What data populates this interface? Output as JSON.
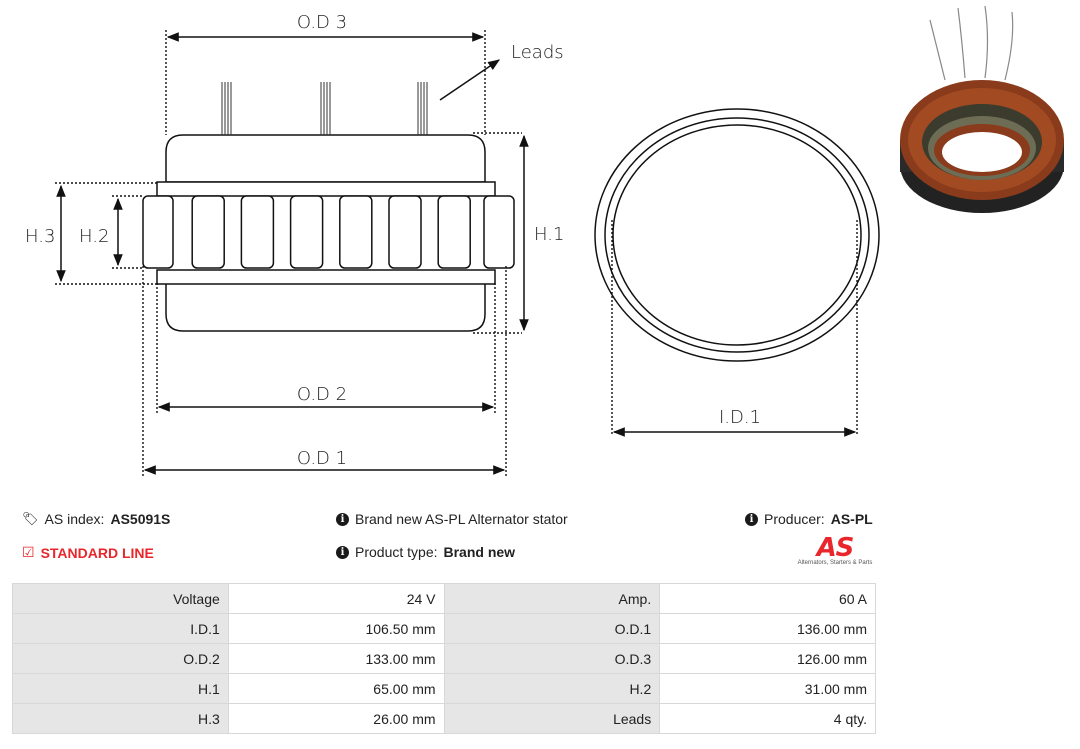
{
  "diagram": {
    "labels": {
      "od3": "O.D 3",
      "od2": "O.D 2",
      "od1": "O.D 1",
      "id1": "I.D.1",
      "h1": "H.1",
      "h2": "H.2",
      "h3": "H.3",
      "leads": "Leads"
    }
  },
  "info": {
    "as_index_label": "AS index:",
    "as_index_value": "AS5091S",
    "standard_line": "STANDARD LINE",
    "description": "Brand new AS-PL Alternator stator",
    "product_type_label": "Product type:",
    "product_type_value": "Brand new",
    "producer_label": "Producer:",
    "producer_value": "AS-PL"
  },
  "logo": {
    "mark": "AS",
    "tagline": "Alternators, Starters & Parts"
  },
  "specs": [
    {
      "label1": "Voltage",
      "value1": "24 V",
      "label2": "Amp.",
      "value2": "60 A"
    },
    {
      "label1": "I.D.1",
      "value1": "106.50 mm",
      "label2": "O.D.1",
      "value2": "136.00 mm"
    },
    {
      "label1": "O.D.2",
      "value1": "133.00 mm",
      "label2": "O.D.3",
      "value2": "126.00 mm"
    },
    {
      "label1": "H.1",
      "value1": "65.00 mm",
      "label2": "H.2",
      "value2": "31.00 mm"
    },
    {
      "label1": "H.3",
      "value1": "26.00 mm",
      "label2": "Leads",
      "value2": "4 qty."
    }
  ],
  "colors": {
    "accent": "#e8262b",
    "label_bg": "#e6e6e6",
    "border": "#d8d8d8",
    "copper": "#8a3b1c",
    "core": "#2a2a2a"
  }
}
